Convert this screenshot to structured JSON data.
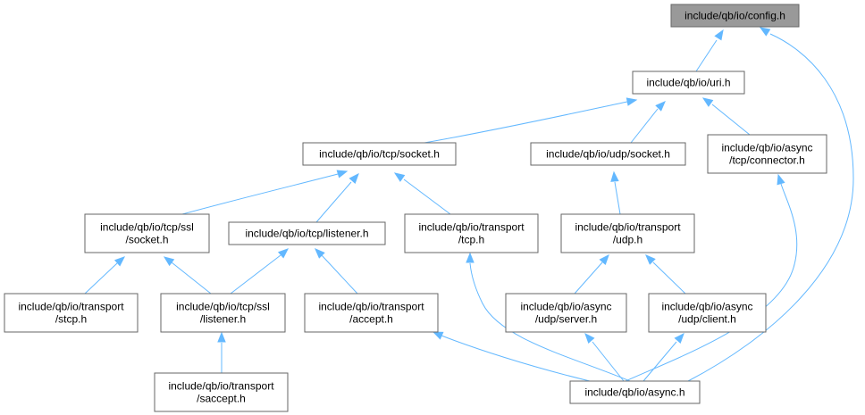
{
  "graph": {
    "nodes": {
      "config": {
        "lines": [
          "include/qb/io/config.h"
        ]
      },
      "uri": {
        "lines": [
          "include/qb/io/uri.h"
        ]
      },
      "tcp_socket": {
        "lines": [
          "include/qb/io/tcp/socket.h"
        ]
      },
      "udp_socket": {
        "lines": [
          "include/qb/io/udp/socket.h"
        ]
      },
      "tcp_connector": {
        "lines": [
          "include/qb/io/async",
          "/tcp/connector.h"
        ]
      },
      "ssl_socket": {
        "lines": [
          "include/qb/io/tcp/ssl",
          "/socket.h"
        ]
      },
      "tcp_listener": {
        "lines": [
          "include/qb/io/tcp/listener.h"
        ]
      },
      "transport_tcp": {
        "lines": [
          "include/qb/io/transport",
          "/tcp.h"
        ]
      },
      "transport_udp": {
        "lines": [
          "include/qb/io/transport",
          "/udp.h"
        ]
      },
      "transport_stcp": {
        "lines": [
          "include/qb/io/transport",
          "/stcp.h"
        ]
      },
      "ssl_listener": {
        "lines": [
          "include/qb/io/tcp/ssl",
          "/listener.h"
        ]
      },
      "transport_accept": {
        "lines": [
          "include/qb/io/transport",
          "/accept.h"
        ]
      },
      "udp_server": {
        "lines": [
          "include/qb/io/async",
          "/udp/server.h"
        ]
      },
      "udp_client": {
        "lines": [
          "include/qb/io/async",
          "/udp/client.h"
        ]
      },
      "transport_saccept": {
        "lines": [
          "include/qb/io/transport",
          "/saccept.h"
        ]
      },
      "async": {
        "lines": [
          "include/qb/io/async.h"
        ]
      }
    },
    "root": "config",
    "colors": {
      "edge": "#63b8ff",
      "root_fill": "#999999",
      "border": "#666666"
    }
  }
}
